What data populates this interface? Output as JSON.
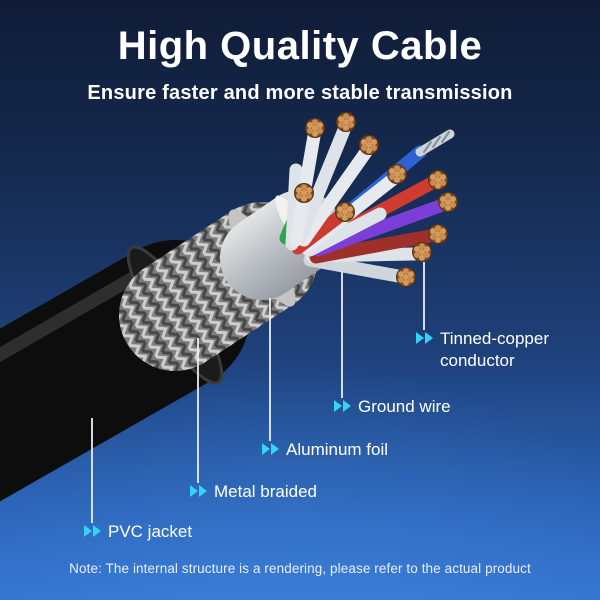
{
  "header": {
    "title": "High Quality Cable",
    "subtitle": "Ensure faster and more stable transmission"
  },
  "callouts": [
    {
      "icon": "double-arrow-icon",
      "label": "Tinned-copper conductor"
    },
    {
      "icon": "double-arrow-icon",
      "label": "Ground wire"
    },
    {
      "icon": "double-arrow-icon",
      "label": "Aluminum foil"
    },
    {
      "icon": "double-arrow-icon",
      "label": "Metal braided"
    },
    {
      "icon": "double-arrow-icon",
      "label": "PVC jacket"
    }
  ],
  "note": "Note: The internal structure is a rendering, please refer to the actual product",
  "colors": {
    "accent_cyan": "#35d3f5",
    "background_top": "#101c37",
    "background_bottom": "#3474d0",
    "text": "#ffffff"
  }
}
